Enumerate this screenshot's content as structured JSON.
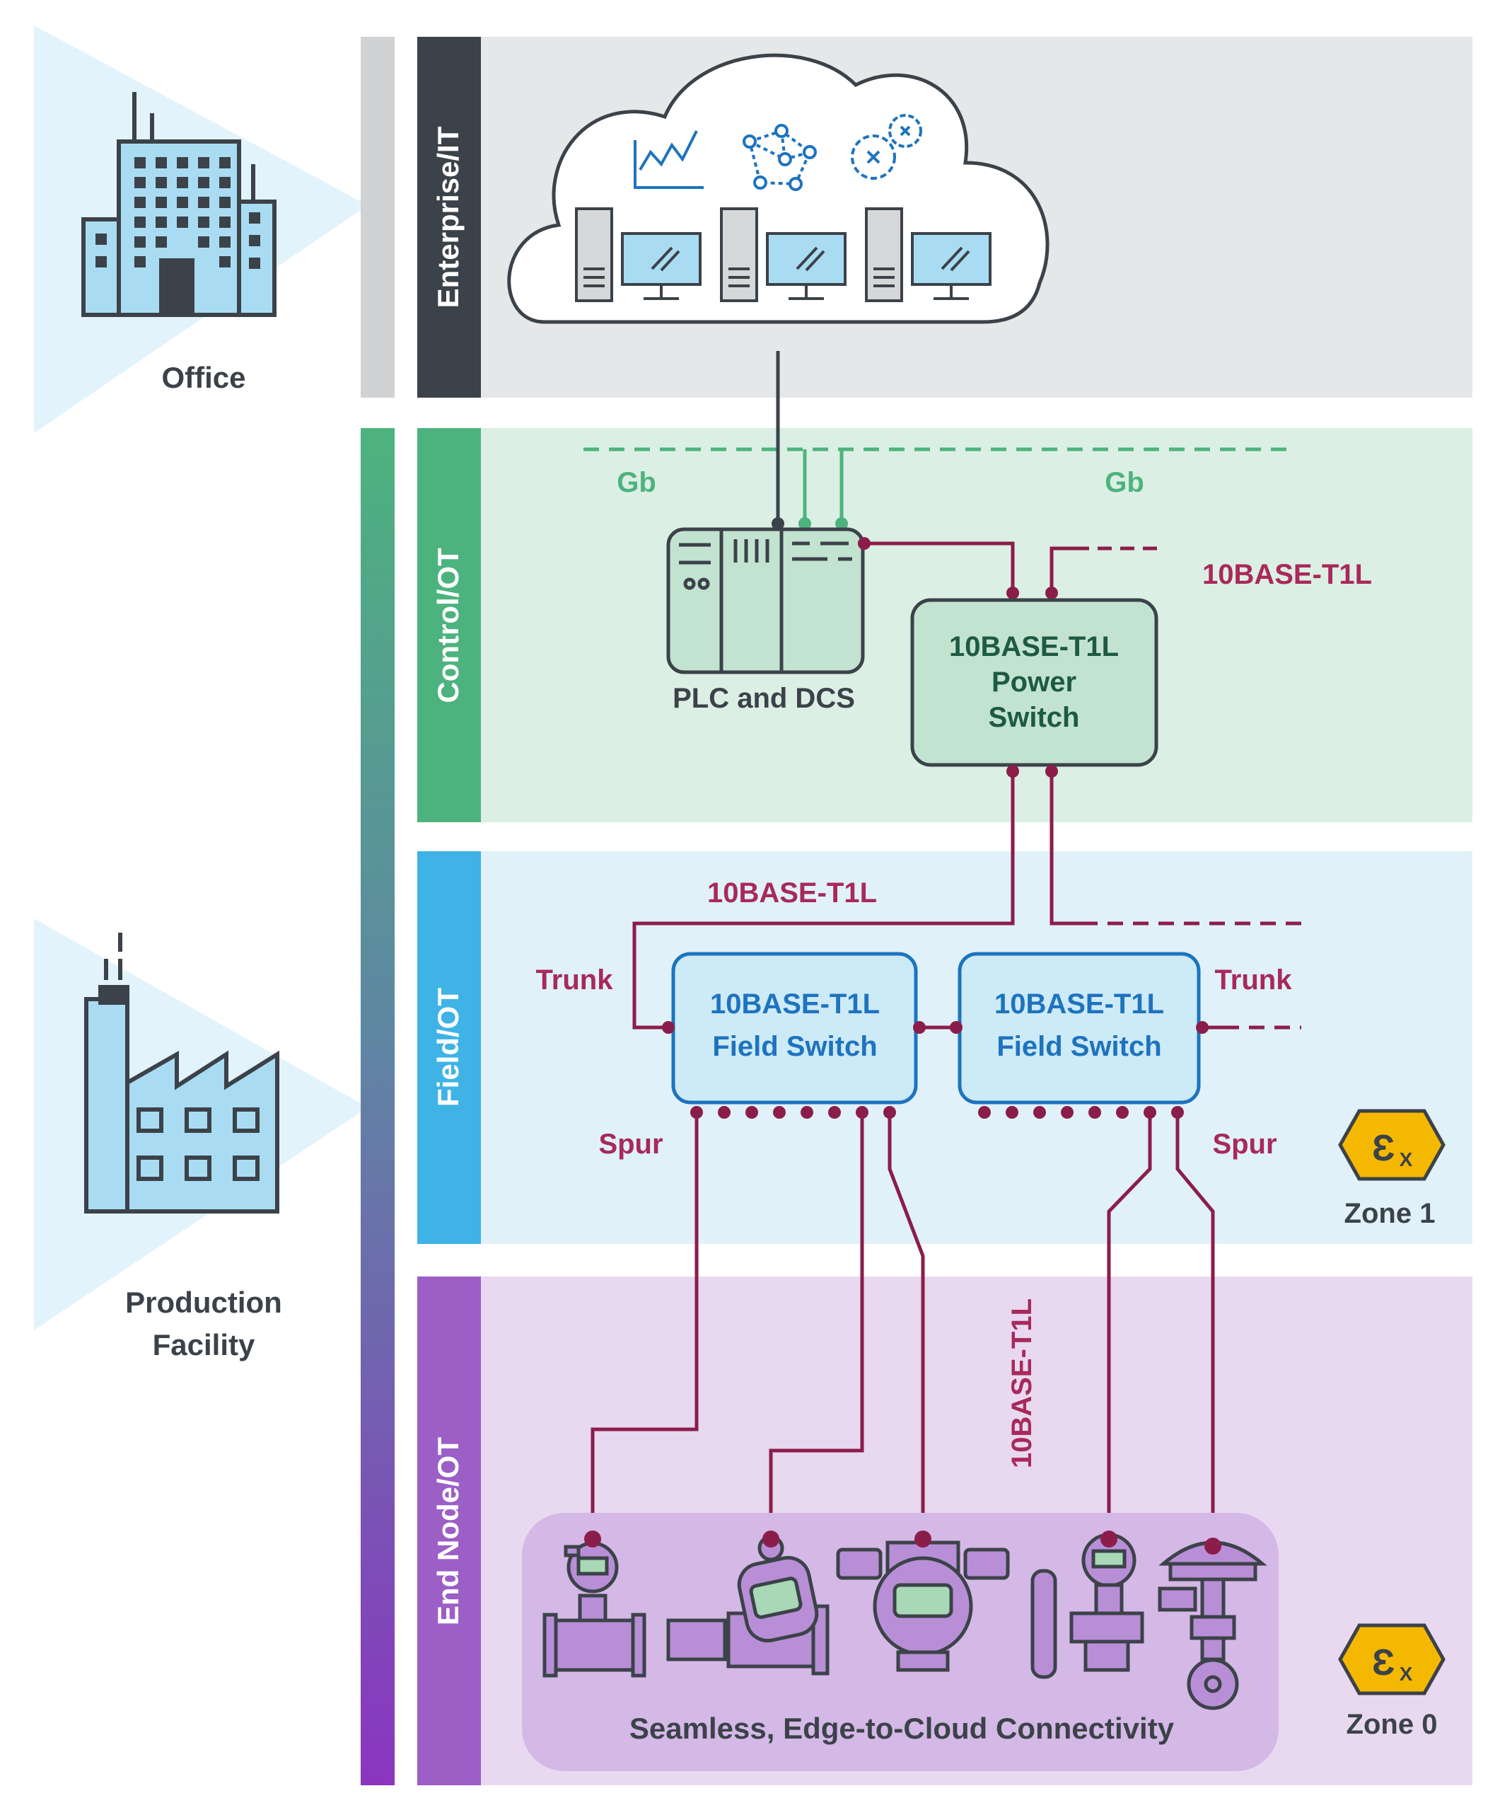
{
  "left_labels": {
    "office": "Office",
    "production_line1": "Production",
    "production_line2": "Facility"
  },
  "bands": {
    "enterprise": "Enterprise/IT",
    "control": "Control/OT",
    "field": "Field/OT",
    "end_node": "End Node/OT"
  },
  "control": {
    "gb_left": "Gb",
    "gb_right": "Gb",
    "t1l_label": "10BASE-T1L",
    "plc_label": "PLC and DCS",
    "power_switch": [
      "10BASE-T1L",
      "Power",
      "Switch"
    ]
  },
  "field": {
    "t1l_label": "10BASE-T1L",
    "trunk_left": "Trunk",
    "trunk_right": "Trunk",
    "spur_left": "Spur",
    "spur_right": "Spur",
    "switch_left": [
      "10BASE-T1L",
      "Field Switch"
    ],
    "switch_right": [
      "10BASE-T1L",
      "Field Switch"
    ],
    "zone": "Zone 1"
  },
  "end_node": {
    "t1l_vertical": "10BASE-T1L",
    "caption": "Seamless, Edge-to-Cloud Connectivity",
    "zone": "Zone 0"
  },
  "ex_symbol": {
    "main": "Ɛ",
    "sub": "X"
  },
  "colors": {
    "dark_band": "#3c4249",
    "enterprise_bg": "#e6e7e8",
    "control_green": "#4db37e",
    "control_bg": "#dcefe4",
    "field_blue": "#3fb3e6",
    "field_bg": "#e0f1f9",
    "endnode_purple": "#9b5fc6",
    "endnode_bg": "#e8d9f0",
    "t1l_line": "#8b1d4a",
    "t1l_text": "#a8295a",
    "gb_green": "#4db37e",
    "ex_yellow": "#f5b800"
  }
}
